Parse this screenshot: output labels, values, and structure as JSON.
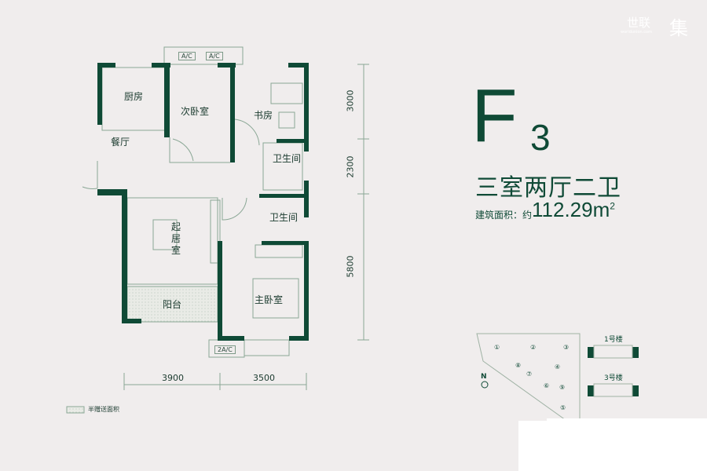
{
  "brand": {
    "name": "世联",
    "sub": "worldunion.com",
    "mark": "集"
  },
  "unit": {
    "code_letter": "F",
    "code_number": "3",
    "layout": "三室两厅二卫",
    "area_label": "建筑面积：约",
    "area_value": "112.29m",
    "area_sup": "2"
  },
  "rooms": {
    "kitchen": "厨房",
    "dining": "餐厅",
    "bedroom2": "次卧室",
    "study": "书房",
    "bath1": "卫生间",
    "bath2": "卫生间",
    "living_a": "起",
    "living_b": "居",
    "living_c": "室",
    "balcony": "阳台",
    "master": "主卧室"
  },
  "ac": {
    "a": "A/C",
    "b": "A/C",
    "c": "2A/C"
  },
  "dims": {
    "v1": "3000",
    "v2": "2300",
    "v3": "5800",
    "h1": "3900",
    "h2": "3500"
  },
  "legend": {
    "label": "半赠送面积"
  },
  "site": {
    "north": "N",
    "b1": "1号楼",
    "b3": "3号楼",
    "nums": [
      "①",
      "②",
      "③",
      "④",
      "⑤",
      "⑥",
      "⑦",
      "⑧",
      "⑨"
    ]
  },
  "colors": {
    "wall": "#0f4a36",
    "line": "#8aa795",
    "bg": "#f0eded"
  }
}
